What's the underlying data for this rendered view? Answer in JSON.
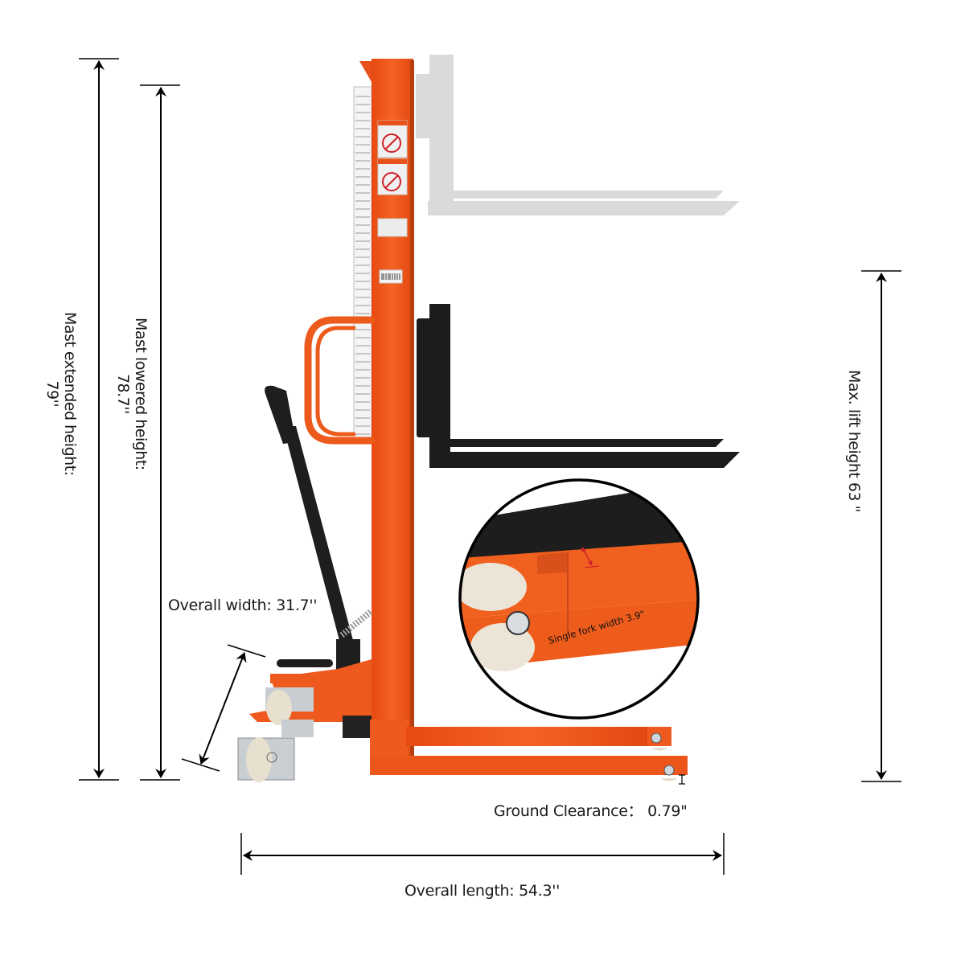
{
  "diagram": {
    "subject": "Manual pallet stacker (orange frame, black forks) side view with dimensions",
    "colors": {
      "frame_orange": "#F2561D",
      "fork_black": "#1c1c1c",
      "ghost_fork": "#d9d9d9",
      "dimension_line": "#000000",
      "inset_arrow_red": "#d0202a"
    }
  },
  "dimensions": {
    "mast_extended": {
      "label": "Mast extended height:",
      "value": "79''"
    },
    "mast_lowered": {
      "label": "Mast lowered height:",
      "value": "78.7''"
    },
    "max_lift": {
      "label": "Max. lift height 63 \""
    },
    "overall_width": {
      "label": "Overall width: 31.7''"
    },
    "ground_clearance": {
      "label": "Ground Clearance： 0.79\""
    },
    "overall_length": {
      "label": "Overall length: 54.3''"
    },
    "single_fork_width": {
      "label": "Single fork width 3.9\""
    }
  }
}
